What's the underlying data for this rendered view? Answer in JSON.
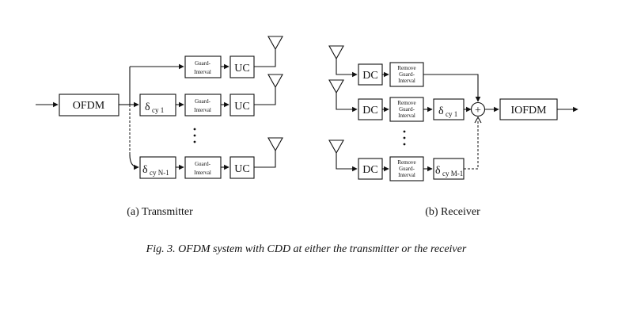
{
  "transmitter": {
    "input_label": "OFDM",
    "guard_interval_line1": "Guard-",
    "guard_interval_line2": "Interval",
    "uc_label": "UC",
    "delay_symbol": "δ",
    "delay1_sub": "cy 1",
    "delayN_sub": "cy N-1",
    "caption": "(a) Transmitter"
  },
  "receiver": {
    "dc_label": "DC",
    "remove_line1": "Remove",
    "remove_line2": "Guard-",
    "remove_line3": "Interval",
    "delay_symbol": "δ",
    "delay1_sub": "cy 1",
    "delayM_sub": "cy M-1",
    "sum_symbol": "+",
    "output_label": "IOFDM",
    "caption": "(b) Receiver"
  },
  "figure_caption": "Fig. 3.  OFDM system with CDD at either the transmitter or the receiver"
}
